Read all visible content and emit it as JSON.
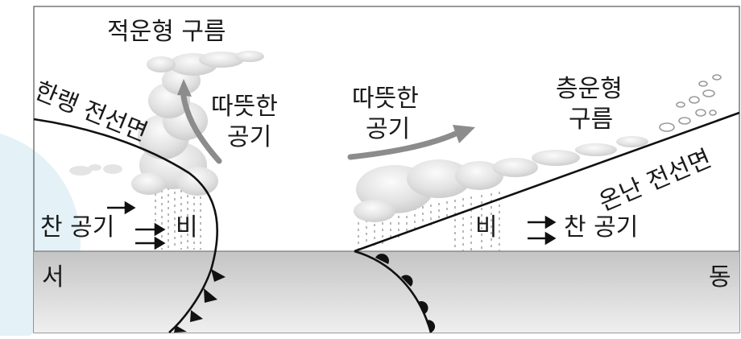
{
  "labels": {
    "cumulus_cloud": "적운형 구름",
    "cold_front_surface": "한랭 전선면",
    "warm_air_left_line1": "따뜻한",
    "warm_air_left_line2": "공기",
    "warm_air_mid_line1": "따뜻한",
    "warm_air_mid_line2": "공기",
    "stratus_cloud_line1": "층운형",
    "stratus_cloud_line2": "구름",
    "warm_front_surface": "온난 전선면",
    "cold_air_left": "찬 공기",
    "rain_left": "비",
    "rain_right": "비",
    "cold_air_right": "찬 공기",
    "west": "서",
    "east": "동"
  },
  "colors": {
    "ground_top": "#c4c4c4",
    "ground_bottom": "#ededed",
    "line": "#111111",
    "arrow_gray": "#8c8c8c",
    "cloud": "#e6e6e6",
    "left_watermark": "#e2f1f6"
  }
}
